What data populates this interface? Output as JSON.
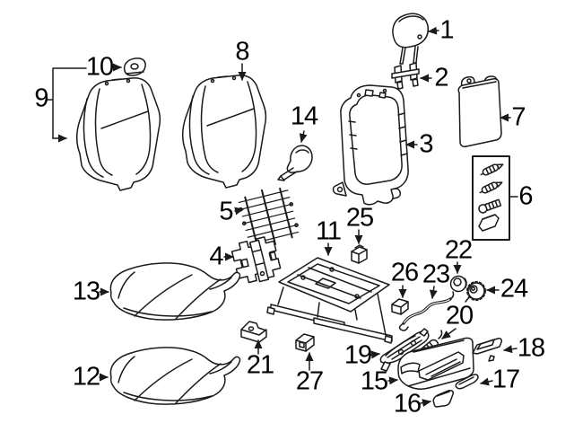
{
  "page": {
    "background": "#ffffff",
    "line_color": "#1a1a1a",
    "label_color": "#000000"
  },
  "diagram": {
    "description": "exploded-parts-diagram-front-seat",
    "callouts": [
      {
        "number": "1"
      },
      {
        "number": "2"
      },
      {
        "number": "3"
      },
      {
        "number": "4"
      },
      {
        "number": "5"
      },
      {
        "number": "6"
      },
      {
        "number": "7"
      },
      {
        "number": "8"
      },
      {
        "number": "9"
      },
      {
        "number": "10"
      },
      {
        "number": "11"
      },
      {
        "number": "12"
      },
      {
        "number": "13"
      },
      {
        "number": "14"
      },
      {
        "number": "15"
      },
      {
        "number": "16"
      },
      {
        "number": "17"
      },
      {
        "number": "18"
      },
      {
        "number": "19"
      },
      {
        "number": "20"
      },
      {
        "number": "21"
      },
      {
        "number": "22"
      },
      {
        "number": "23"
      },
      {
        "number": "24"
      },
      {
        "number": "25"
      },
      {
        "number": "26"
      },
      {
        "number": "27"
      }
    ]
  }
}
